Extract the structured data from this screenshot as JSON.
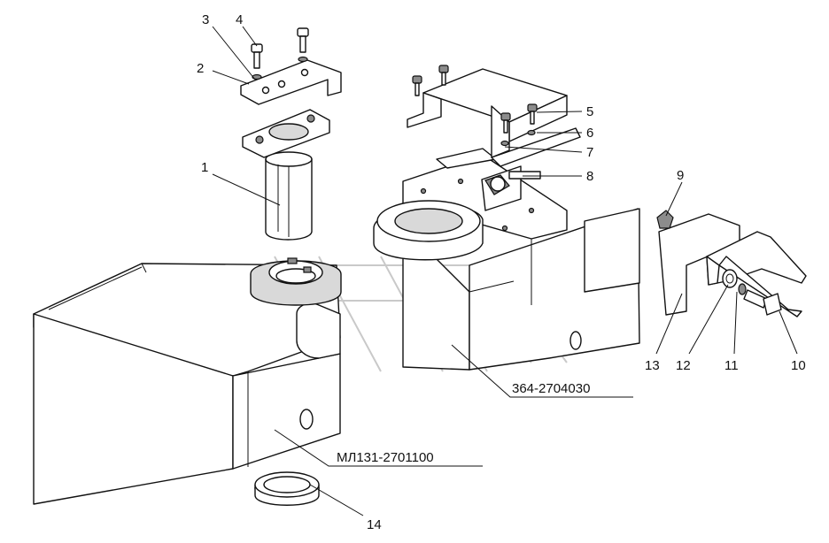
{
  "callouts": {
    "n1": "1",
    "n2": "2",
    "n3": "3",
    "n4": "4",
    "n5": "5",
    "n6": "6",
    "n7": "7",
    "n8": "8",
    "n9": "9",
    "n10": "10",
    "n11": "11",
    "n12": "12",
    "n13": "13",
    "n14": "14"
  },
  "part_numbers": {
    "support": "364-2704030",
    "frame": "МЛ131-2701100"
  }
}
